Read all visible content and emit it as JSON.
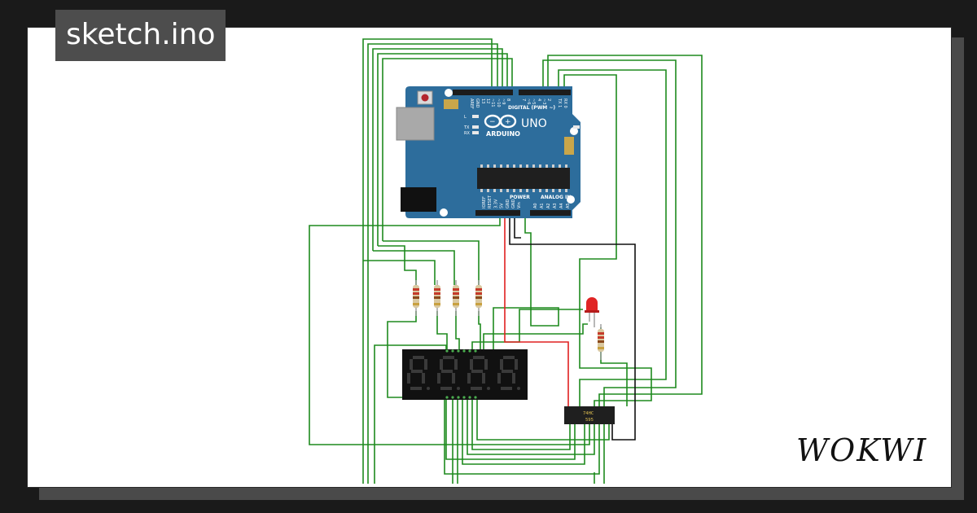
{
  "title": "sketch.ino",
  "brand": "WOKWI",
  "board": {
    "brand_text": "UNO",
    "maker_text": "ARDUINO",
    "digital_label": "DIGITAL (PWM ~)",
    "power_label": "POWER",
    "analog_label": "ANALOG IN",
    "on_label": "ON",
    "led_labels": [
      "L",
      "TX",
      "RX"
    ],
    "top_pins": [
      "AREF",
      "GND",
      "13",
      "12",
      "~11",
      "~10",
      "~9",
      "8",
      "7",
      "~6",
      "~5",
      "4",
      "~3",
      "2",
      "TX 1",
      "RX 0"
    ],
    "power_pins": [
      "IOREF",
      "RESET",
      "3.3V",
      "5V",
      "GND",
      "GND",
      "Vin"
    ],
    "analog_pins": [
      "A0",
      "A1",
      "A2",
      "A3",
      "A4",
      "A5"
    ]
  },
  "chip": {
    "line1": "74HC",
    "line2": "595"
  },
  "colors": {
    "wire_signal": "#1e8a1e",
    "wire_power": "#e02020",
    "wire_ground": "#111111",
    "board": "#2d6d9c",
    "display": "#111111",
    "segment_off": "#3a3a3a",
    "led": "#e02424"
  }
}
